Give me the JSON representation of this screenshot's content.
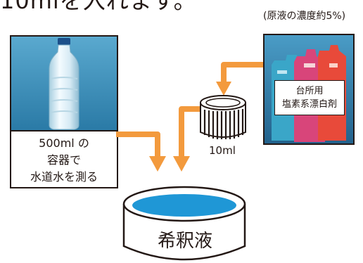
{
  "heading": "10mlを入れます。",
  "concentration_note": "(原液の濃度約5%)",
  "bottle": {
    "label_lines": [
      "500ml の",
      "容器で",
      "水道水を測る"
    ]
  },
  "bleach": {
    "label_lines": [
      "台所用",
      "塩素系漂白剤"
    ]
  },
  "cap": {
    "amount_label": "10ml"
  },
  "bowl": {
    "label": "希釈液"
  },
  "colors": {
    "arrow": "#f39a3d",
    "outline": "#231815",
    "water": "#1f97d6",
    "photo_background": "#2f7fa8"
  },
  "icons": [
    "bottle-photo",
    "bleach-bottles-photo",
    "bottle-cap-icon",
    "bowl-icon"
  ]
}
